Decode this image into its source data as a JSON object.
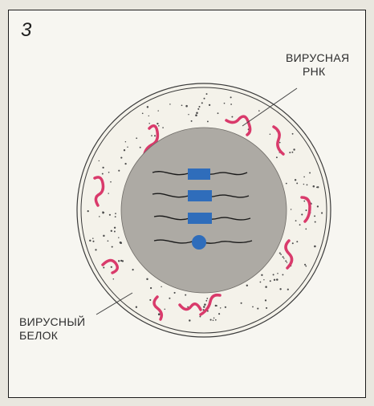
{
  "panel": {
    "number": "3"
  },
  "labels": {
    "viral_rna": [
      "ВИРУСНАЯ",
      "РНК"
    ],
    "viral_protein": [
      "ВИРУСНЫЙ",
      "БЕЛОК"
    ]
  },
  "colors": {
    "background": "#e9e7df",
    "panel_fill": "#f7f6f1",
    "cytoplasm": "#f4f2ea",
    "nucleus": "#adaaa4",
    "rna": "#d93a6b",
    "protein_dots": "#4a4a4a",
    "genes": "#2f6dbb",
    "dna": "#1a1a1a"
  }
}
